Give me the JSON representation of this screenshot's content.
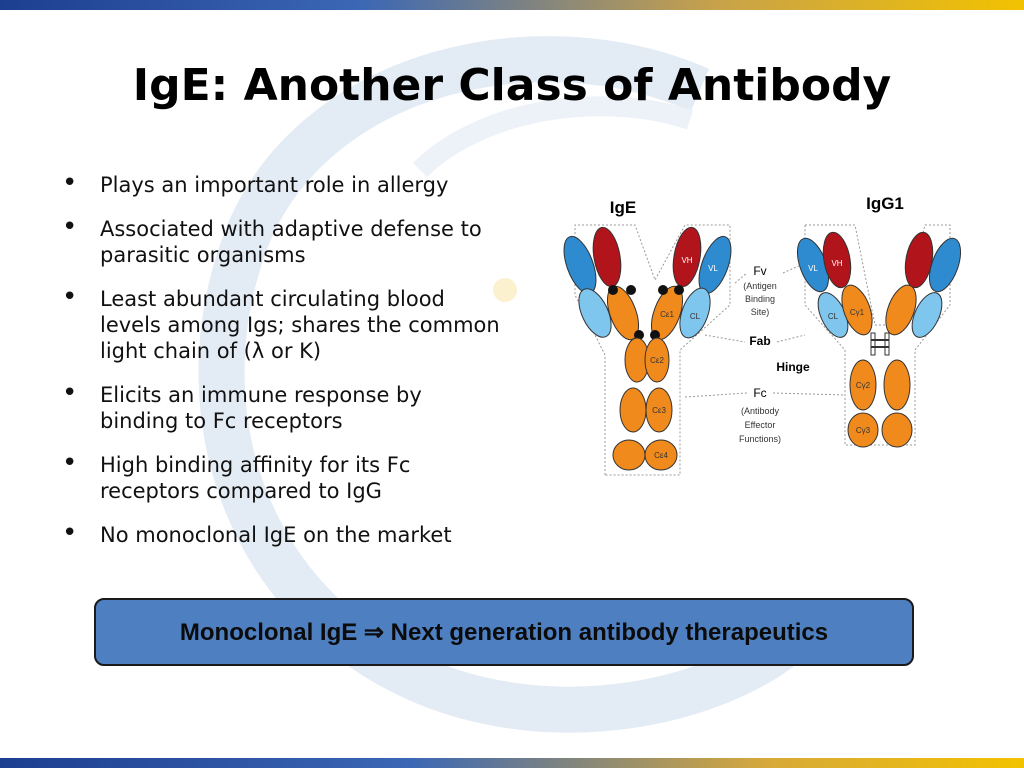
{
  "slide": {
    "title": "IgE: Another Class of Antibody",
    "bullets": [
      "Plays an important role in allergy",
      "Associated with adaptive defense to parasitic organisms",
      "Least abundant circulating blood levels among Igs; shares the common light chain of (λ or K)",
      "Elicits an immune response by binding to Fc receptors",
      "High binding affinity for its Fc receptors compared to IgG",
      "No monoclonal IgE on the market"
    ],
    "callout": "Monoclonal IgE ⇒ Next generation antibody therapeutics"
  },
  "figure": {
    "label_ige": "IgE",
    "label_igg1": "IgG1",
    "fv": "Fv",
    "fv_sub_1": "(Antigen",
    "fv_sub_2": "Binding",
    "fv_sub_3": "Site)",
    "fab": "Fab",
    "hinge": "Hinge",
    "fc": "Fc",
    "fc_sub_1": "(Antibody",
    "fc_sub_2": "Effector",
    "fc_sub_3": "Functions)",
    "vh": "VH",
    "vl": "VL",
    "cl": "CL",
    "ce1": "Cε1",
    "ce2": "Cε2",
    "ce3": "Cε3",
    "ce4": "Cε4",
    "cg1": "Cγ1",
    "cg2": "Cγ2",
    "cg3": "Cγ3"
  },
  "colors": {
    "heavy_variable": "#b2141c",
    "light_variable": "#2f8bd0",
    "light_constant": "#7fc6ee",
    "heavy_constant": "#f08a1c",
    "callout_fill": "#4e7fc1"
  }
}
